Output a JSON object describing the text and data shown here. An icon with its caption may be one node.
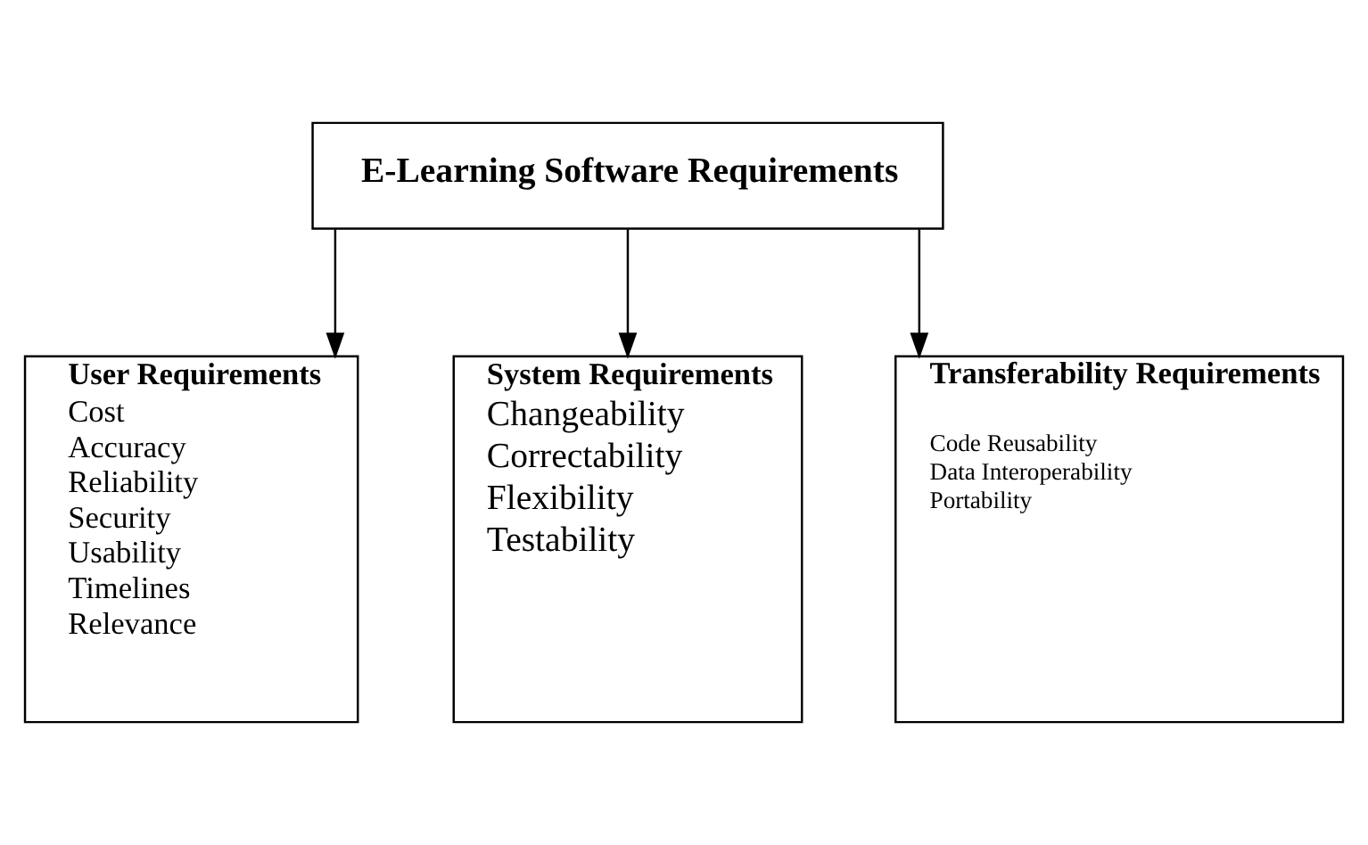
{
  "diagram": {
    "nodes": [
      {
        "text": [
          "E-Learning Software Requirements"
        ]
      },
      {
        "text": [
          "User Requirements",
          "Cost",
          "Accuracy",
          "Reliability",
          "Security",
          "Usability",
          "Timelines",
          "Relevance"
        ]
      },
      {
        "text": [
          "System Requirements",
          "Changeability",
          "Correctability",
          "Flexibility",
          "Testability"
        ]
      },
      {
        "text": [
          "Transferability Requirements",
          "Code Reusability",
          "Data Interoperability",
          "Portability"
        ]
      }
    ],
    "edges": [
      {
        "from": 0,
        "to": 1,
        "arrow": "to"
      },
      {
        "from": 0,
        "to": 2,
        "arrow": "to"
      },
      {
        "from": 0,
        "to": 3,
        "arrow": "to"
      }
    ]
  }
}
